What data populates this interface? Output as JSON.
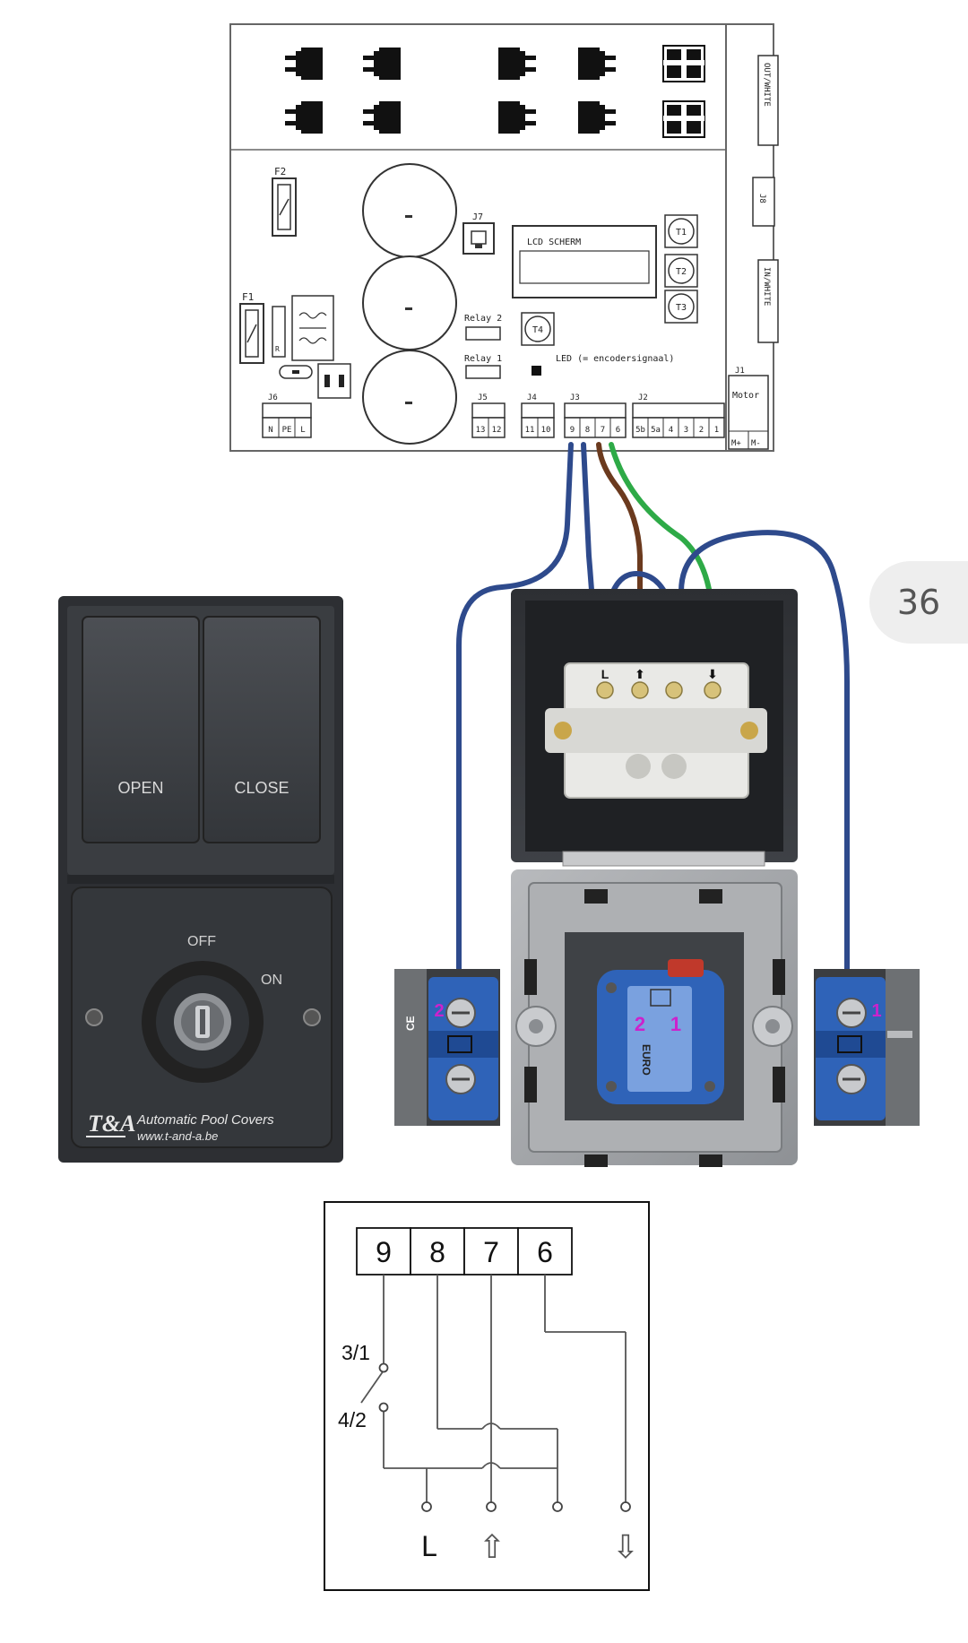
{
  "pcb": {
    "fuses": [
      "F2",
      "F1"
    ],
    "connector_j7": "J7",
    "lcd_label": "LCD SCHERM",
    "buttons": [
      "T1",
      "T2",
      "T3",
      "T4"
    ],
    "relays": [
      "Relay 2",
      "Relay 1"
    ],
    "led_label": "LED (= encodersignaal)",
    "j8": "J8",
    "side_connectors": [
      "OUT/WHITE",
      "IN/WHITE"
    ],
    "motor": {
      "j_label": "J1",
      "label": "Motor",
      "pins": [
        "M+",
        "M-"
      ]
    },
    "terminal_blocks": [
      {
        "label": "J6",
        "pins": [
          "N",
          "PE",
          "L"
        ]
      },
      {
        "label": "J5",
        "pins": [
          "13",
          "12"
        ]
      },
      {
        "label": "J4",
        "pins": [
          "11",
          "10"
        ]
      },
      {
        "label": "J3",
        "pins": [
          "9",
          "8",
          "7",
          "6"
        ]
      },
      {
        "label": "J2",
        "pins": [
          "5b",
          "5a",
          "4",
          "3",
          "2",
          "1"
        ]
      }
    ]
  },
  "switch_panel": {
    "buttons": [
      "OPEN",
      "CLOSE"
    ],
    "key_positions": [
      "OFF",
      "ON"
    ],
    "brand_logo": "T&A",
    "brand_name": "Automatic Pool Covers",
    "brand_url": "www.t-and-a.be"
  },
  "switch_box": {
    "terminal_labels": [
      "L",
      "⬆",
      "",
      "⬇"
    ],
    "contact_labels": [
      "2",
      "1"
    ],
    "module_text": "EURO"
  },
  "contact_blocks": [
    {
      "label": "2"
    },
    {
      "label": "1"
    }
  ],
  "schematic": {
    "terminals": [
      "9",
      "8",
      "7",
      "6"
    ],
    "switch_labels": [
      "3/1",
      "4/2"
    ],
    "outputs": [
      "L",
      "⇧",
      "⇩"
    ]
  },
  "page_number": "36",
  "colors": {
    "wire_blue": "#2e4a8c",
    "wire_brown": "#6b3a1e",
    "wire_green": "#2eaa47",
    "contact_magenta": "#cc22cc",
    "module_blue": "#2f63b8"
  }
}
